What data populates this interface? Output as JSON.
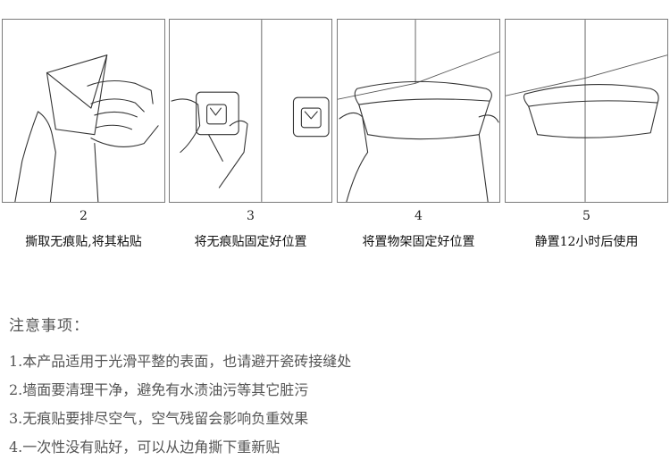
{
  "steps": [
    {
      "number": "2",
      "caption": "撕取无痕贴,将其粘贴"
    },
    {
      "number": "3",
      "caption": "将无痕贴固定好位置"
    },
    {
      "number": "4",
      "caption": "将置物架固定好位置"
    },
    {
      "number": "5",
      "caption": "静置12小时后使用"
    }
  ],
  "notes": {
    "title": "注意事项：",
    "items": [
      "1.本产品适用于光滑平整的表面，也请避开瓷砖接缝处",
      "2.墙面要清理干净，避免有水渍油污等其它脏污",
      "3.无痕贴要排尽空气，空气残留会影响负重效果",
      "4.一次性没有贴好，可以从边角撕下重新贴"
    ]
  }
}
